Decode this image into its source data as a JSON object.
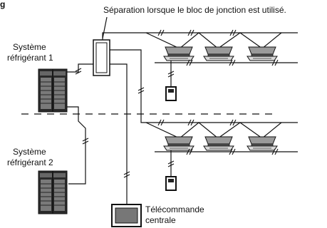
{
  "figure": {
    "caption_fragment": "g",
    "junction_note": "Séparation lorsque le bloc de jonction est utilisé.",
    "system1_line1": "Système",
    "system1_line2": "réfrigérant 1",
    "system2_line1": "Système",
    "system2_line2": "réfrigérant 2",
    "central_line1": "Télécommande",
    "central_line2": "centrale"
  }
}
